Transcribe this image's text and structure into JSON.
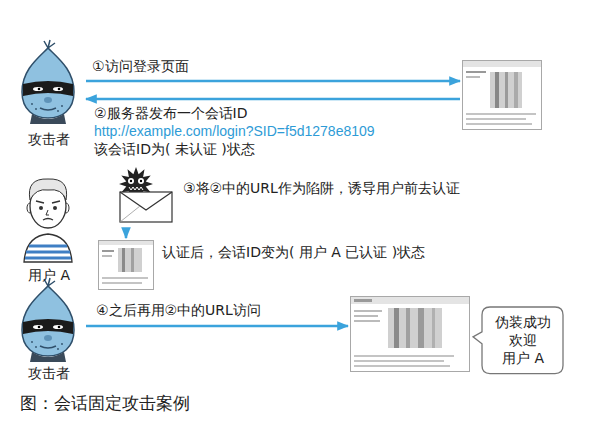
{
  "diagram": {
    "caption": "图：会话固定攻击案例",
    "nodes": [
      {
        "text": [
          "攻击者"
        ]
      },
      {
        "text": []
      },
      {
        "text": [
          "用户 A"
        ]
      },
      {
        "text": []
      },
      {
        "text": []
      },
      {
        "text": [
          "攻击者"
        ]
      },
      {
        "text": []
      },
      {
        "text": [
          "伪装成功 欢迎 用户 A"
        ]
      }
    ],
    "edges": [
      {
        "from": 0,
        "to": 1,
        "arrow": "to",
        "label": "①访问登录页面"
      },
      {
        "from": 1,
        "to": 0,
        "arrow": "to",
        "label": "②服务器发布一个会话ID"
      },
      {
        "from": 3,
        "to": 4,
        "arrow": "to"
      },
      {
        "from": 5,
        "to": 6,
        "arrow": "to",
        "label": "④之后再用②中的URL访问"
      }
    ],
    "labels": [
      "http://example.com/login?SID=f5d1278e8109",
      "该会话ID为( 未认证 )状态",
      "③将②中的URL作为陷阱，诱导用户前去认证",
      "认证后，会话ID变为( 用户 A 已认证 )状态"
    ]
  }
}
